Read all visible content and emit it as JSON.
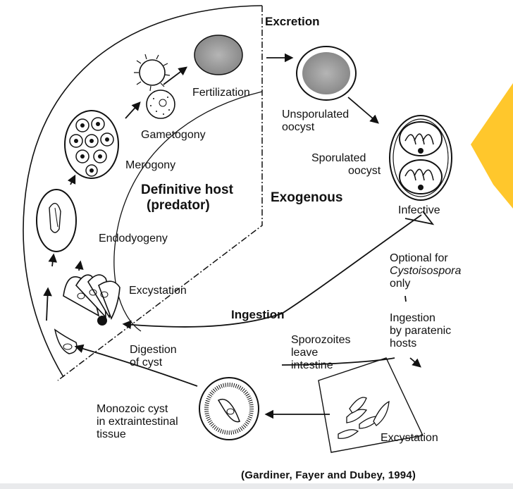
{
  "labels": {
    "excretion": "Excretion",
    "fertilization": "Fertilization",
    "unsporulated_1": "Unsporulated",
    "unsporulated_2": "oocyst",
    "sporulated_1": "Sporulated",
    "sporulated_2": "oocyst",
    "gametogony": "Gametogony",
    "merogony": "Merogony",
    "definitive_1": "Definitive host",
    "definitive_2": "(predator)",
    "exogenous": "Exogenous",
    "infective": "Infective",
    "endodyogeny": "Endodyogeny",
    "optional_1": "Optional for",
    "optional_2": "Cystoisospora",
    "optional_3": "only",
    "excystation_top": "Excystation",
    "ingestion": "Ingestion",
    "ingestion_paratenic_1": "Ingestion",
    "ingestion_paratenic_2": "by paratenic",
    "ingestion_paratenic_3": "hosts",
    "sporozoites_1": "Sporozoites",
    "sporozoites_2": "leave",
    "sporozoites_3": "intestine",
    "digestion_1": "Digestion",
    "digestion_2": "of cyst",
    "monozoic_1": "Monozoic cyst",
    "monozoic_2": "in extraintestinal",
    "monozoic_3": "tissue",
    "excystation_bottom": "Excystation"
  },
  "citation": "(Gardiner,  Fayer and Dubey, 1994)",
  "colors": {
    "highlight_arrow": "#FFC72C",
    "line": "#111111",
    "oocyst_fill": "#9a9a9a"
  }
}
